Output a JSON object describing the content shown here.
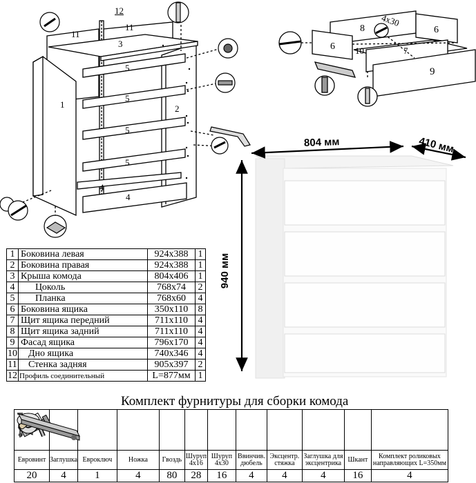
{
  "parts": [
    {
      "no": "1",
      "name": "Боковина левая",
      "size": "924х388",
      "qty": "1"
    },
    {
      "no": "2",
      "name": "Боковина правая",
      "size": "924х388",
      "qty": "1"
    },
    {
      "no": "3",
      "name": "Крыша комода",
      "size": "804х406",
      "qty": "1"
    },
    {
      "no": "4",
      "name": "Цоколь",
      "size": "768х74",
      "qty": "2"
    },
    {
      "no": "5",
      "name": "Планка",
      "size": "768х60",
      "qty": "4"
    },
    {
      "no": "6",
      "name": "Боковина ящика",
      "size": "350х110",
      "qty": "8"
    },
    {
      "no": "7",
      "name": "Щит ящика передний",
      "size": "711х110",
      "qty": "4"
    },
    {
      "no": "8",
      "name": "Щит ящика задний",
      "size": "711х110",
      "qty": "4"
    },
    {
      "no": "9",
      "name": "Фасад ящика",
      "size": "796х170",
      "qty": "4"
    },
    {
      "no": "10",
      "name": "Дно ящика",
      "size": "740х346",
      "qty": "4"
    },
    {
      "no": "11",
      "name": "Стенка задняя",
      "size": "905х397",
      "qty": "2"
    },
    {
      "no": "12",
      "name": "Профиль соединительный",
      "size": "L=877мм",
      "qty": "1"
    }
  ],
  "kit": {
    "title": "Комплект фурнитуры для сборки комода",
    "items": [
      {
        "icon": "euroscrew-icon",
        "label": "Евровинт",
        "count": "20"
      },
      {
        "icon": "plug-icon",
        "label": "Заглушка",
        "count": "4"
      },
      {
        "icon": "eurokey-icon",
        "label": "Евроключ",
        "count": "1"
      },
      {
        "icon": "leg-icon",
        "label": "Ножка",
        "count": "4"
      },
      {
        "icon": "nail-icon",
        "label": "Гвоздь",
        "count": "80"
      },
      {
        "icon": "screw-4x16-icon",
        "label": "Шуруп 4х16",
        "count": "28"
      },
      {
        "icon": "screw-4x30-icon",
        "label": "Шуруп 4х30",
        "count": "16"
      },
      {
        "icon": "dowel-icon",
        "label": "Ввинчив. дюбель",
        "count": "4"
      },
      {
        "icon": "eccentric-icon",
        "label": "Эксцентр. стяжка",
        "count": "4"
      },
      {
        "icon": "eccentric-plug-icon",
        "label": "Заглушка для эксцентрика",
        "count": "4"
      },
      {
        "icon": "shkant-icon",
        "label": "Шкант",
        "count": "16"
      },
      {
        "icon": "roller-guides-icon",
        "label": "Комплект роликовых направляющих L=350мм",
        "count": "4"
      }
    ]
  },
  "dimensions": {
    "width": "804 мм",
    "depth": "410 мм",
    "height": "940 мм"
  },
  "diagram_labels": {
    "back_panel_a": "11",
    "back_panel_b": "11",
    "profile": "12",
    "top": "3",
    "rail_1": "5",
    "rail_2": "5",
    "rail_3": "5",
    "rail_4": "5",
    "plinth_back": "4",
    "plinth_front": "4",
    "side_left": "1",
    "side_right": "2",
    "drawer_back": "8",
    "drawer_side_left": "6",
    "drawer_side_right": "6",
    "drawer_front": "7",
    "drawer_bottom": "10",
    "drawer_facade": "9",
    "drawer_screw": "4х30"
  }
}
